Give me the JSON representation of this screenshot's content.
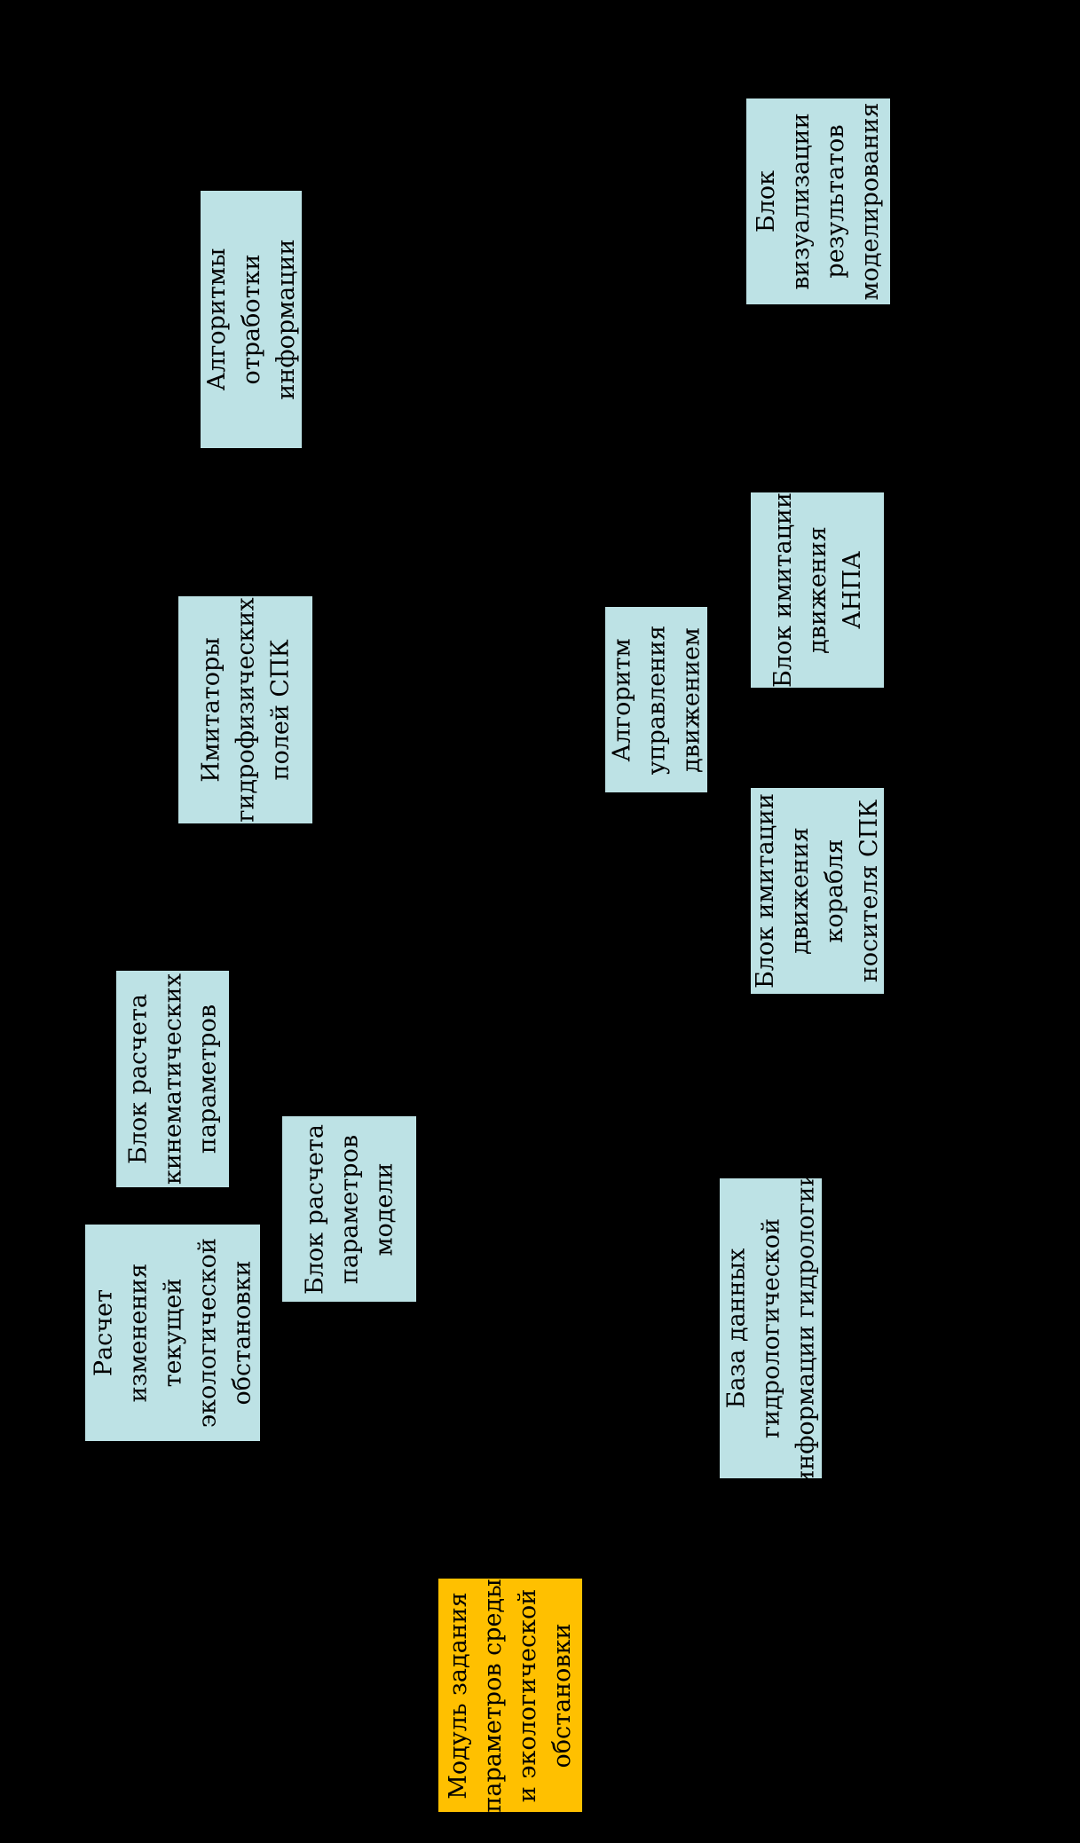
{
  "colors": {
    "background": "#000000",
    "block_fill": "#bde2e5",
    "module_fill": "#ffc000",
    "text": "#000000"
  },
  "blocks": {
    "algorithms": {
      "lines": [
        "Алгоритмы",
        "отработки",
        "информации"
      ]
    },
    "visualization": {
      "lines": [
        "Блок",
        "визуализации",
        "результатов",
        "моделирования"
      ]
    },
    "imitators": {
      "lines": [
        "Имитаторы",
        "гидрофизических",
        "полей СПК"
      ]
    },
    "auv_motion": {
      "lines": [
        "Блок имитации",
        "движения",
        "АНПА"
      ]
    },
    "motion_control": {
      "lines": [
        "Алгоритм",
        "управления",
        "движением"
      ]
    },
    "carrier_motion": {
      "lines": [
        "Блок имитации",
        "движения",
        "корабля",
        "носителя СПК"
      ]
    },
    "kinematic": {
      "lines": [
        "Блок расчета",
        "кинематических",
        "параметров"
      ]
    },
    "model_params": {
      "lines": [
        "Блок расчета",
        "параметров",
        "модели"
      ]
    },
    "ecology_calc": {
      "lines": [
        "Расчет",
        "изменения",
        "текущей",
        "экологической",
        "обстановки"
      ]
    },
    "hydro_db": {
      "lines": [
        "База данных",
        "гидрологической",
        "информации гидрологии"
      ]
    },
    "env_module": {
      "lines": [
        "Модуль задания",
        "параметров среды",
        "и экологической",
        "обстановки"
      ]
    }
  }
}
